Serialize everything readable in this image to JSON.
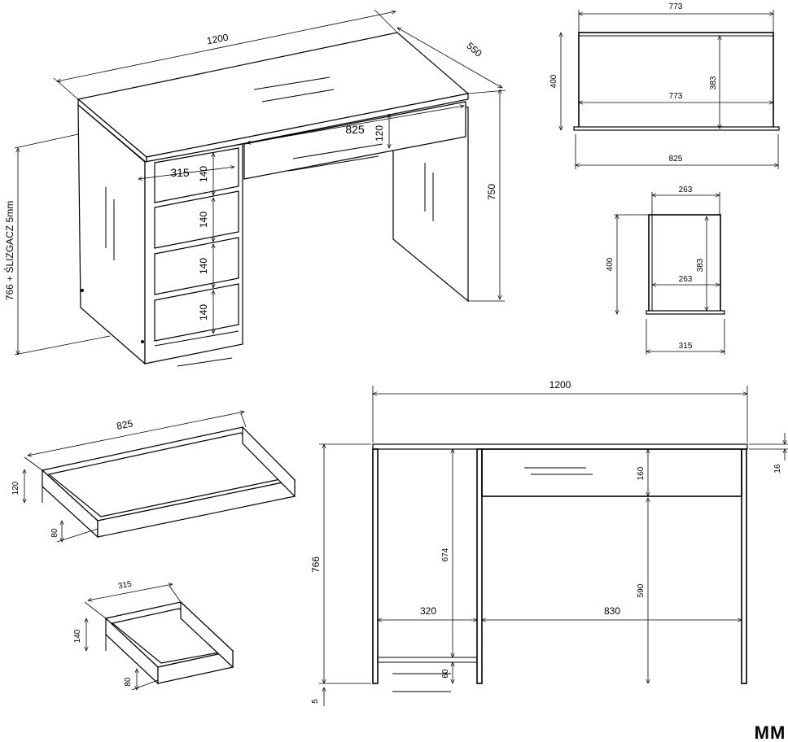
{
  "desk_iso": {
    "width": "1200",
    "depth": "550",
    "height": "750",
    "total_height": "766 + ŚLIZGACZ 5mm",
    "drawer_wide": "825",
    "drawer_wide_h": "120",
    "drawer_small": "315",
    "drawer_h1": "140",
    "drawer_h2": "140",
    "drawer_h3": "140",
    "drawer_h4": "140"
  },
  "wide_drawer_section": {
    "top": "773",
    "inner": "773",
    "bottom": "825",
    "height": "400",
    "inner_height": "383"
  },
  "small_drawer_section": {
    "top": "263",
    "inner": "263",
    "bottom": "315",
    "height": "400",
    "inner_height": "383"
  },
  "wide_drawer_iso": {
    "width": "825",
    "height": "120",
    "inner": "80"
  },
  "small_drawer_iso": {
    "width": "315",
    "height": "140",
    "inner": "80"
  },
  "front_view": {
    "width": "1200",
    "top_thickness": "16",
    "height": "766",
    "leg_gap": "674",
    "drawer_h": "160",
    "knee_h": "590",
    "left_width": "320",
    "right_width": "830",
    "plinth": "60",
    "glide": "5"
  },
  "brand": "MM"
}
